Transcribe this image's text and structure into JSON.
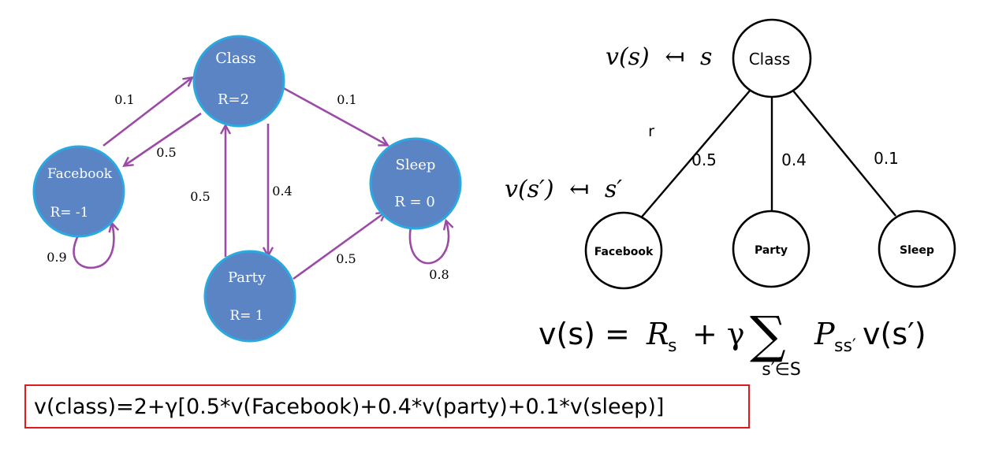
{
  "left_diagram": {
    "nodes": {
      "class": {
        "name": "Class",
        "reward": "R=2"
      },
      "facebook": {
        "name": "Facebook",
        "reward": "R= -1"
      },
      "sleep": {
        "name": "Sleep",
        "reward": "R = 0"
      },
      "party": {
        "name": "Party",
        "reward": "R= 1"
      }
    },
    "edges": {
      "facebook_to_class": "0.1",
      "class_to_facebook": "0.5",
      "class_to_sleep": "0.1",
      "party_to_class": "0.5",
      "class_to_party": "0.4",
      "party_to_sleep": "0.5",
      "facebook_self": "0.9",
      "sleep_self": "0.8"
    }
  },
  "right_diagram": {
    "root_label_lhs": "v(s)",
    "root_label_arrow": "↤",
    "root_label_rhs": "s",
    "child_label_lhs": "v(s′)",
    "child_label_arrow": "↤",
    "child_label_rhs": "s′",
    "r_label": "r",
    "root": "Class",
    "children": [
      {
        "name": "Facebook",
        "prob": "0.5"
      },
      {
        "name": "Party",
        "prob": "0.4"
      },
      {
        "name": "Sleep",
        "prob": "0.1"
      }
    ],
    "bellman": {
      "lhs": "v(s) =",
      "reward": "R",
      "reward_sub": "s",
      "plus_gamma": "+ γ",
      "sum": "∑",
      "sum_sub": "s′∈S",
      "prob": "P",
      "prob_sub": "ss′",
      "value": "v(s′)"
    }
  },
  "formula_box": {
    "text": "v(class)=2+γ[0.5*v(Facebook)+0.4*v(party)+0.1*v(sleep)]"
  },
  "colors": {
    "node_fill": "#5b84c4",
    "node_stroke": "#29a9e0",
    "edge": "#9b4aa6",
    "box_border": "#e0191f"
  }
}
